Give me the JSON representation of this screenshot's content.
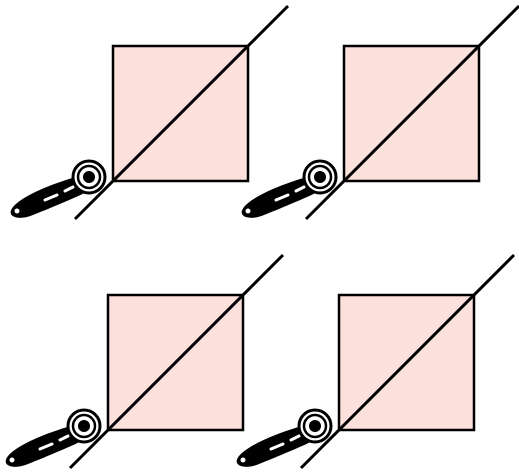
{
  "colors": {
    "background": "#ffffff",
    "square_fill": "#fce0dc",
    "stroke": "#000000",
    "handle_fill": "#000000",
    "handle_slot": "#ffffff"
  },
  "icons": {
    "cutter": "rotary-cutter-icon",
    "square": "fabric-square",
    "cut_line": "diagonal-cut-line"
  },
  "panels": [
    {
      "id": "top-left"
    },
    {
      "id": "top-right"
    },
    {
      "id": "bottom-left"
    },
    {
      "id": "bottom-right"
    }
  ]
}
